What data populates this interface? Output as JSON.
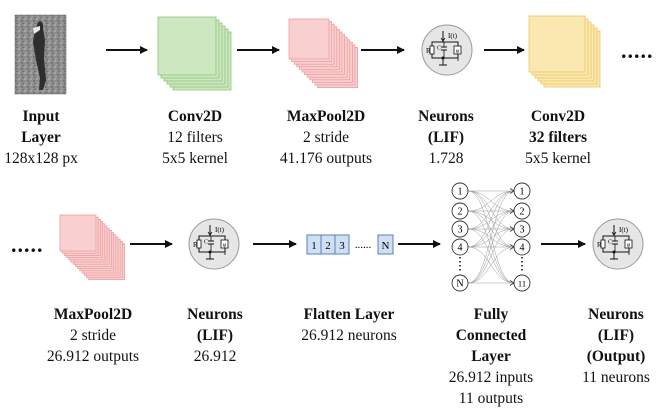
{
  "row1": {
    "input": {
      "title1": "Input",
      "title2": "Layer",
      "detail1": "128x128 px"
    },
    "conv1": {
      "title": "Conv2D",
      "detail1": "12 filters",
      "detail2": "5x5 kernel"
    },
    "pool1": {
      "title": "MaxPool2D",
      "detail1": "2 stride",
      "detail2": "41.176 outputs"
    },
    "lif1": {
      "title1": "Neurons",
      "title2": "(LIF)",
      "detail1": "1.728"
    },
    "conv2": {
      "title": "Conv2D",
      "detail1": "32 filters",
      "detail2": "5x5 kernel"
    },
    "ellipsis": "....."
  },
  "row2": {
    "ellipsis": ".....",
    "pool2": {
      "title": "MaxPool2D",
      "detail1": "2 stride",
      "detail2": "26.912 outputs"
    },
    "lif2": {
      "title1": "Neurons",
      "title2": "(LIF)",
      "detail1": "26.912"
    },
    "flatten": {
      "title": "Flatten Layer",
      "detail1": "26.912 neurons",
      "cells": [
        "1",
        "2",
        "3",
        "N"
      ],
      "cell_ellipsis": "......"
    },
    "fc": {
      "title1": "Fully",
      "title2": "Connected",
      "title3": "Layer",
      "detail1": "26.912 inputs",
      "detail2": "11 outputs",
      "left_nodes": [
        "1",
        "2",
        "3",
        "4",
        "N"
      ],
      "right_nodes": [
        "1",
        "2",
        "3",
        "4",
        "11"
      ]
    },
    "lif_out": {
      "title1": "Neurons",
      "title2": "(LIF)",
      "title3": "(Output)",
      "detail1": "11 neurons"
    }
  },
  "neuron_icon": {
    "current_label": "I(t)",
    "r_label": "R",
    "c_label": "C",
    "phi_label": "φ"
  },
  "colors": {
    "conv_fill": "#cde8c0",
    "conv_edge": "#8cc67a",
    "pool_fill": "#f9cfd0",
    "pool_edge": "#ee9ea0",
    "conv2_fill": "#fbe8b0",
    "conv2_edge": "#e9c765",
    "flatten_fill": "#cfe0f5",
    "flatten_edge": "#5b7fb5",
    "neuron_fill": "#e6e6e6"
  }
}
